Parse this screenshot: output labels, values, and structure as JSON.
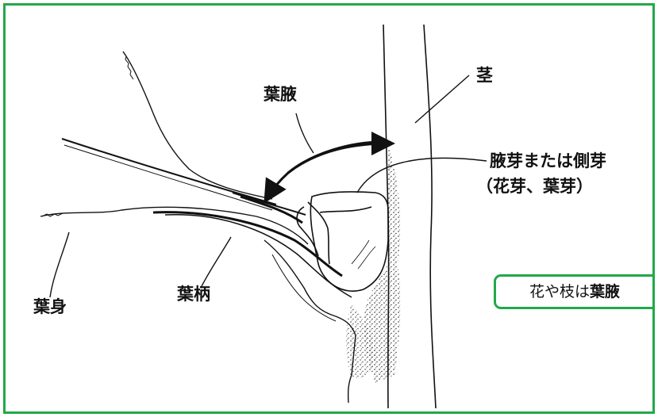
{
  "labels": {
    "stem": "茎",
    "axil": "葉腋",
    "bud_line1": "腋芽または側芽",
    "bud_line2": "（花芽、葉芽）",
    "blade": "葉身",
    "petiole": "葉柄"
  },
  "note": {
    "plain": "花や枝は",
    "emphasis": "葉腋"
  },
  "colors": {
    "frame": "#22a84a",
    "ink": "#111111"
  }
}
